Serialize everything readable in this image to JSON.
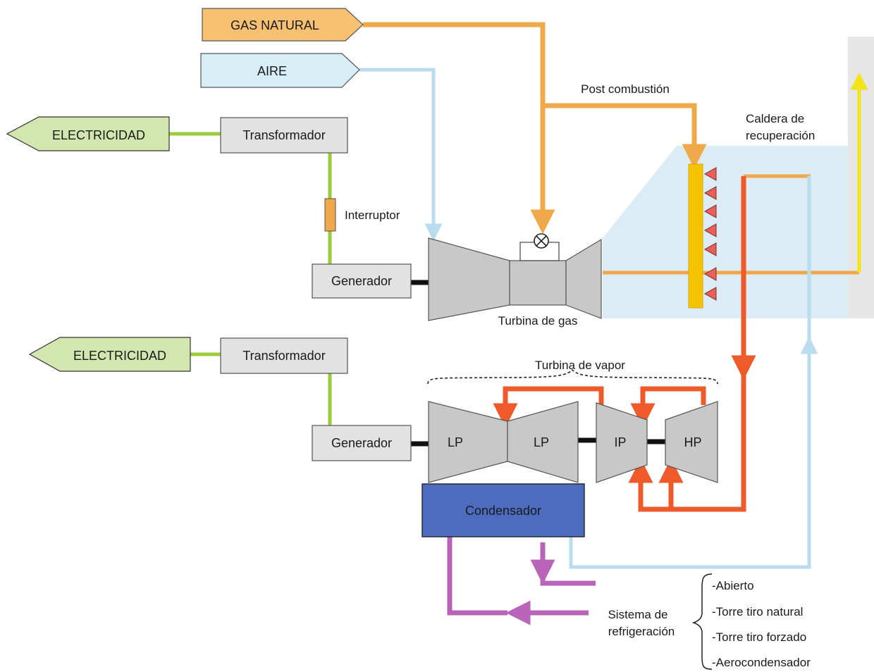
{
  "inputs": {
    "natural_gas": "GAS NATURAL",
    "air": "AIRE"
  },
  "outputs": {
    "electricity_top": "ELECTRICIDAD",
    "electricity_bottom": "ELECTRICIDAD"
  },
  "gas_train": {
    "transformer": "Transformador",
    "breaker": "Interruptor",
    "generator": "Generador",
    "turbine": "Turbina de gas",
    "post_combustion": "Post combustión"
  },
  "hrsg": {
    "label_line1": "Caldera de",
    "label_line2": "recuperación"
  },
  "steam_train": {
    "transformer": "Transformador",
    "generator": "Generador",
    "turbine_label": "Turbina de vapor",
    "lp1": "LP",
    "lp2": "LP",
    "ip": "IP",
    "hp": "HP",
    "condenser": "Condensador"
  },
  "cooling": {
    "label_line1": "Sistema de",
    "label_line2": "refrigeración",
    "options": [
      "-Abierto",
      "-Torre tiro natural",
      "-Torre tiro forzado",
      "-Aerocondensador"
    ]
  },
  "colors": {
    "gas": "#f0a94a",
    "air": "#b9dcef",
    "electric": "#9ccc3c",
    "steam": "#ee5a2a",
    "exhaust": "#f2e31b",
    "cooling": "#b865b9",
    "hrsg_zone": "#dcecf4",
    "condenser": "#4c6cc0",
    "electricity_box": "#d4e6b0",
    "machine": "#c8c8c8"
  }
}
